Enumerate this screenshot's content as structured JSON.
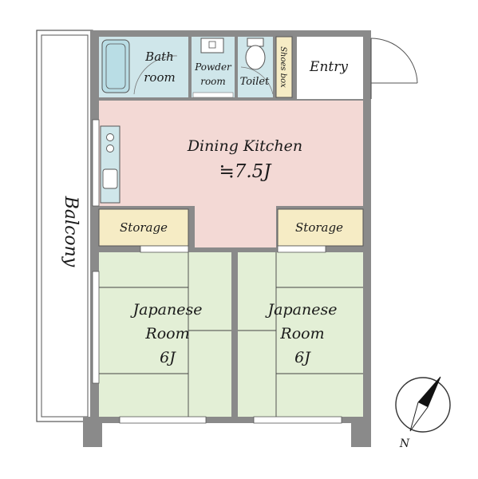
{
  "rooms": {
    "bath": {
      "line1": "Bath",
      "line2": "room"
    },
    "powder": {
      "line1": "Powder",
      "line2": "room"
    },
    "toilet": "Toilet",
    "shoes_box": "Shoes box",
    "entry": "Entry",
    "dining_kitchen": {
      "name": "Dining Kitchen",
      "size": "≒7.5J"
    },
    "storage_left": "Storage",
    "storage_right": "Storage",
    "japanese_left": {
      "line1": "Japanese",
      "line2": "Room",
      "size": "6J"
    },
    "japanese_right": {
      "line1": "Japanese",
      "line2": "Room",
      "size": "6J"
    }
  },
  "balcony": "Balcony",
  "compass": {
    "label": "N"
  },
  "colors": {
    "wall": "#8a8a8a",
    "tatami": "#e3efd6",
    "dining_kitchen": "#f3d9d5",
    "storage": "#f6ecc5",
    "wet_area": "#cfe6ea",
    "fixture": "#b9dde5"
  }
}
